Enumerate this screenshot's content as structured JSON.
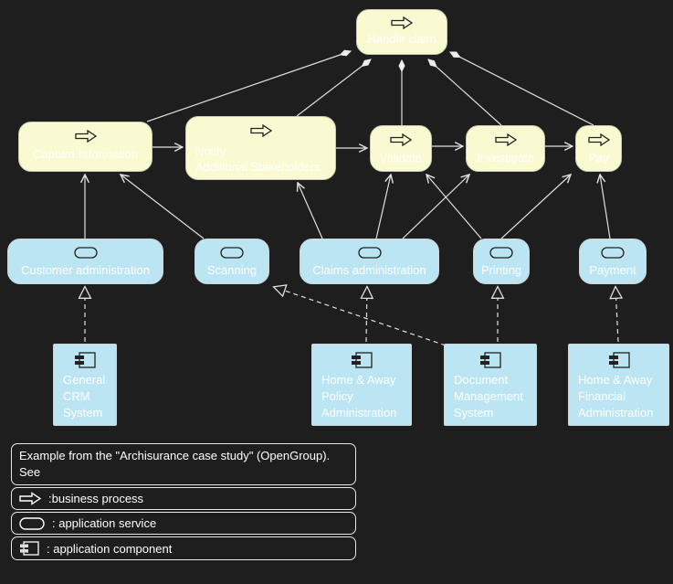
{
  "colors": {
    "background": "#1e1e1e",
    "process-fill": "#fafad2",
    "service-fill": "#bbe5f3",
    "line": "#e0e0e0",
    "node-text": "#ffffff"
  },
  "nodes": {
    "handle_claim": {
      "label": "Handle claim",
      "type": "business process"
    },
    "capture": {
      "label": "Capture Information",
      "type": "business process"
    },
    "notify": {
      "lines": [
        "Notify",
        "Additional Stakeholders"
      ],
      "type": "business process"
    },
    "validate": {
      "label": "Validate",
      "type": "business process"
    },
    "investigate": {
      "label": "Investigate",
      "type": "business process"
    },
    "pay": {
      "label": "Pay",
      "type": "business process"
    },
    "svc_customer": {
      "label": "Customer administration",
      "type": "application service"
    },
    "svc_scanning": {
      "label": "Scanning",
      "type": "application service"
    },
    "svc_claims": {
      "label": "Claims administration",
      "type": "application service"
    },
    "svc_printing": {
      "label": "Printing",
      "type": "application service"
    },
    "svc_payment": {
      "label": "Payment",
      "type": "application service"
    },
    "comp_crm": {
      "lines": [
        "General",
        "CRM",
        "System"
      ],
      "type": "application component"
    },
    "comp_policy": {
      "lines": [
        "Home & Away",
        "Policy",
        "Administration"
      ],
      "type": "application component"
    },
    "comp_dms": {
      "lines": [
        "Document",
        "Management",
        "System"
      ],
      "type": "application component"
    },
    "comp_finadmin": {
      "lines": [
        "Home & Away",
        "Financial",
        "Administration"
      ],
      "type": "application component"
    }
  },
  "edges": [
    {
      "relation": "composition",
      "from": "handle_claim",
      "to": "capture"
    },
    {
      "relation": "composition",
      "from": "handle_claim",
      "to": "notify"
    },
    {
      "relation": "composition",
      "from": "handle_claim",
      "to": "validate"
    },
    {
      "relation": "composition",
      "from": "handle_claim",
      "to": "investigate"
    },
    {
      "relation": "composition",
      "from": "handle_claim",
      "to": "pay"
    },
    {
      "relation": "flow",
      "from": "capture",
      "to": "notify"
    },
    {
      "relation": "flow",
      "from": "notify",
      "to": "validate"
    },
    {
      "relation": "flow",
      "from": "validate",
      "to": "investigate"
    },
    {
      "relation": "flow",
      "from": "investigate",
      "to": "pay"
    },
    {
      "relation": "serving",
      "from": "svc_customer",
      "to": "capture"
    },
    {
      "relation": "serving",
      "from": "svc_scanning",
      "to": "capture"
    },
    {
      "relation": "serving",
      "from": "svc_claims",
      "to": "notify"
    },
    {
      "relation": "serving",
      "from": "svc_claims",
      "to": "validate"
    },
    {
      "relation": "serving",
      "from": "svc_claims",
      "to": "investigate"
    },
    {
      "relation": "serving",
      "from": "svc_printing",
      "to": "validate"
    },
    {
      "relation": "serving",
      "from": "svc_printing",
      "to": "pay"
    },
    {
      "relation": "serving",
      "from": "svc_payment",
      "to": "pay"
    },
    {
      "relation": "realization",
      "from": "comp_crm",
      "to": "svc_customer"
    },
    {
      "relation": "realization",
      "from": "comp_policy",
      "to": "svc_claims"
    },
    {
      "relation": "realization",
      "from": "comp_dms",
      "to": "svc_scanning"
    },
    {
      "relation": "realization",
      "from": "comp_dms",
      "to": "svc_printing"
    },
    {
      "relation": "realization",
      "from": "comp_finadmin",
      "to": "svc_payment"
    }
  ],
  "legend": {
    "note_line1": "Example from the \"Archisurance case study\" (OpenGroup).",
    "note_line2": "See",
    "items": [
      {
        "icon": "business-process-icon",
        "label": ":business process"
      },
      {
        "icon": "application-service-icon",
        "label": ": application service"
      },
      {
        "icon": "application-component-icon",
        "label": ": application component"
      }
    ]
  }
}
